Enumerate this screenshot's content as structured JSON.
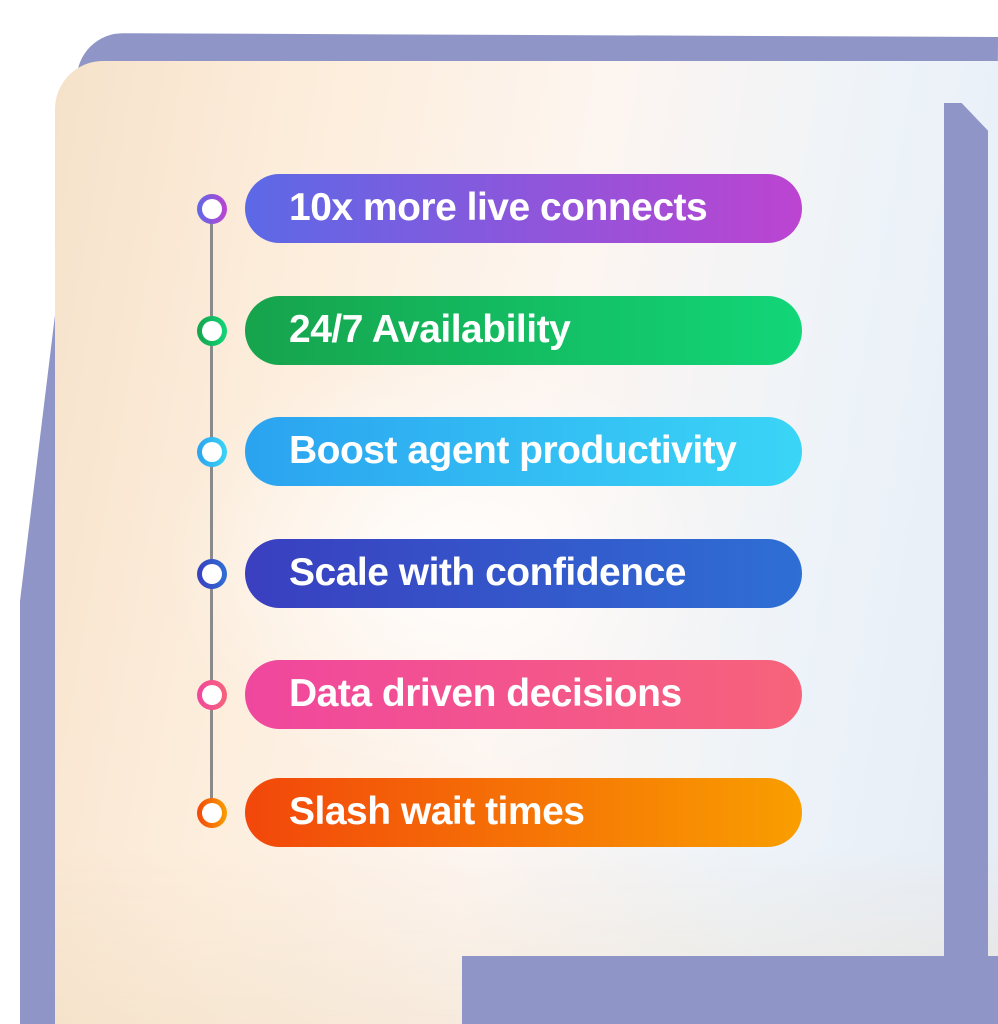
{
  "colors": {
    "page_bg": "#ffffff",
    "shadow_purple": "#8f95c6",
    "connector_gray": "#8a8a8a",
    "dot_core_white": "#ffffff",
    "pill_text_white": "#ffffff",
    "card_gradient_stops": [
      "#f6e2ca",
      "#fdeedd",
      "#fdf5f0",
      "#edf3f9",
      "#e6ecf5"
    ]
  },
  "timeline": {
    "items": [
      {
        "label": "10x more live connects",
        "color_start": "#5c69e6",
        "color_end": "#bc44d1"
      },
      {
        "label": "24/7 Availability",
        "color_start": "#16a34c",
        "color_end": "#12d678"
      },
      {
        "label": "Boost agent productivity",
        "color_start": "#2ba3f0",
        "color_end": "#3ad5f6"
      },
      {
        "label": "Scale with confidence",
        "color_start": "#3a3fc0",
        "color_end": "#2e6fd4"
      },
      {
        "label": "Data driven decisions",
        "color_start": "#f0479e",
        "color_end": "#f7637a"
      },
      {
        "label": "Slash wait times",
        "color_start": "#f2470b",
        "color_end": "#f99e00"
      }
    ]
  }
}
